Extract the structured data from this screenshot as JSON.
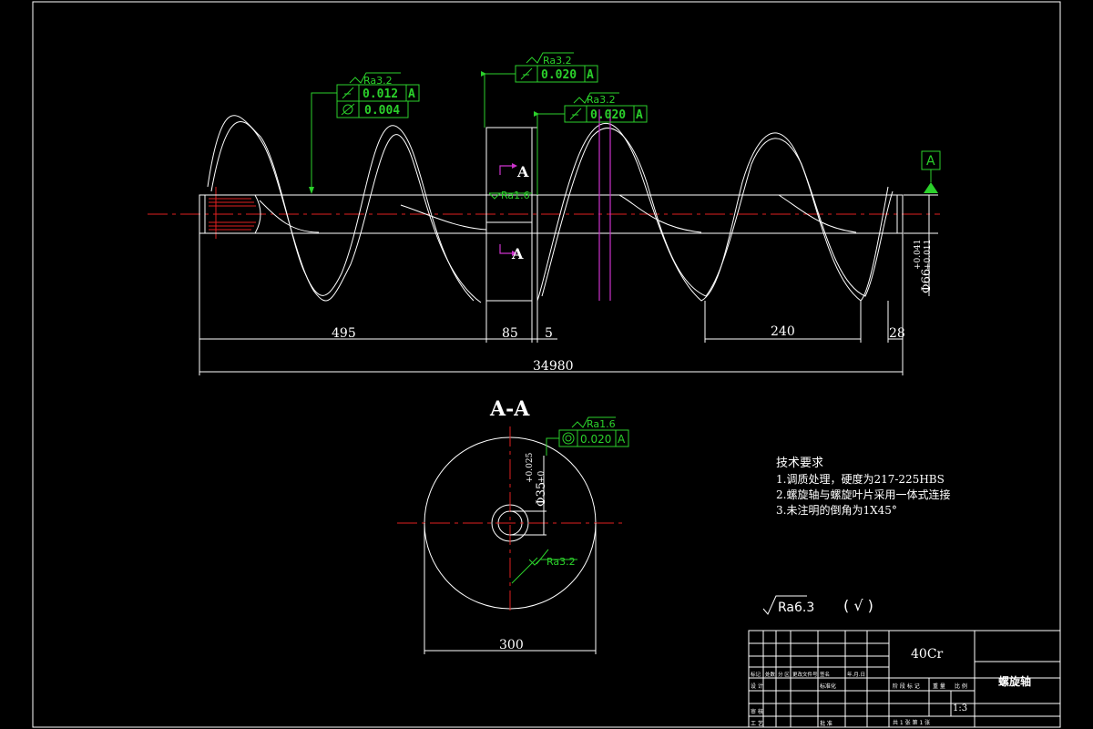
{
  "drawing": {
    "dimensions": {
      "d495": "495",
      "d85": "85",
      "d5": "5",
      "d240": "240",
      "d28": "28",
      "total": "34980",
      "shaft_dia": "Φ66",
      "shaft_tol_up": "+0.041",
      "shaft_tol_low": "+0.011",
      "section_width": "300",
      "hub_dia": "Φ35",
      "hub_tol_up": "+0.025",
      "hub_tol_low": "+0"
    },
    "section_marks": {
      "marker_upper": "A",
      "marker_lower": "A",
      "section_title": "A-A",
      "datum": "A"
    },
    "roughness": {
      "r1": "Ra3.2",
      "r2": "Ra3.2",
      "r3": "Ra3.2",
      "r4": "Ra1.6",
      "r5": "Ra1.6",
      "r6": "Ra3.2",
      "general": "Ra6.3",
      "general_suffix": "( √ )"
    },
    "tolerances": {
      "f1_value": "0.012",
      "f1_datum": "A",
      "f2_value": "0.004",
      "f3_value": "0.020",
      "f3_datum": "A",
      "f4_value": "0.020",
      "f4_datum": "A",
      "f5_value": "0.020",
      "f5_datum": "A"
    },
    "tech_requirements": {
      "title": "技术要求",
      "items": [
        "1.调质处理，硬度为217-225HBS",
        "2.螺旋轴与螺旋叶片采用一体式连接",
        "3.未注明的倒角为1X45°"
      ]
    },
    "title_block": {
      "material": "40Cr",
      "part_name": "螺旋轴",
      "scale": "1:3",
      "header_cells": [
        "标记",
        "处数",
        "分 区",
        "更改文件号",
        "签名",
        "年.月.日"
      ],
      "label_design": "设 计",
      "label_standard": "标准化",
      "label_review": "审 核",
      "label_process": "工 艺",
      "label_approve": "批 准",
      "stage_labels": [
        "阶 段 标 记",
        "重 量",
        "比 例"
      ],
      "sheet_info": "共 1 张  第 1 张"
    }
  }
}
